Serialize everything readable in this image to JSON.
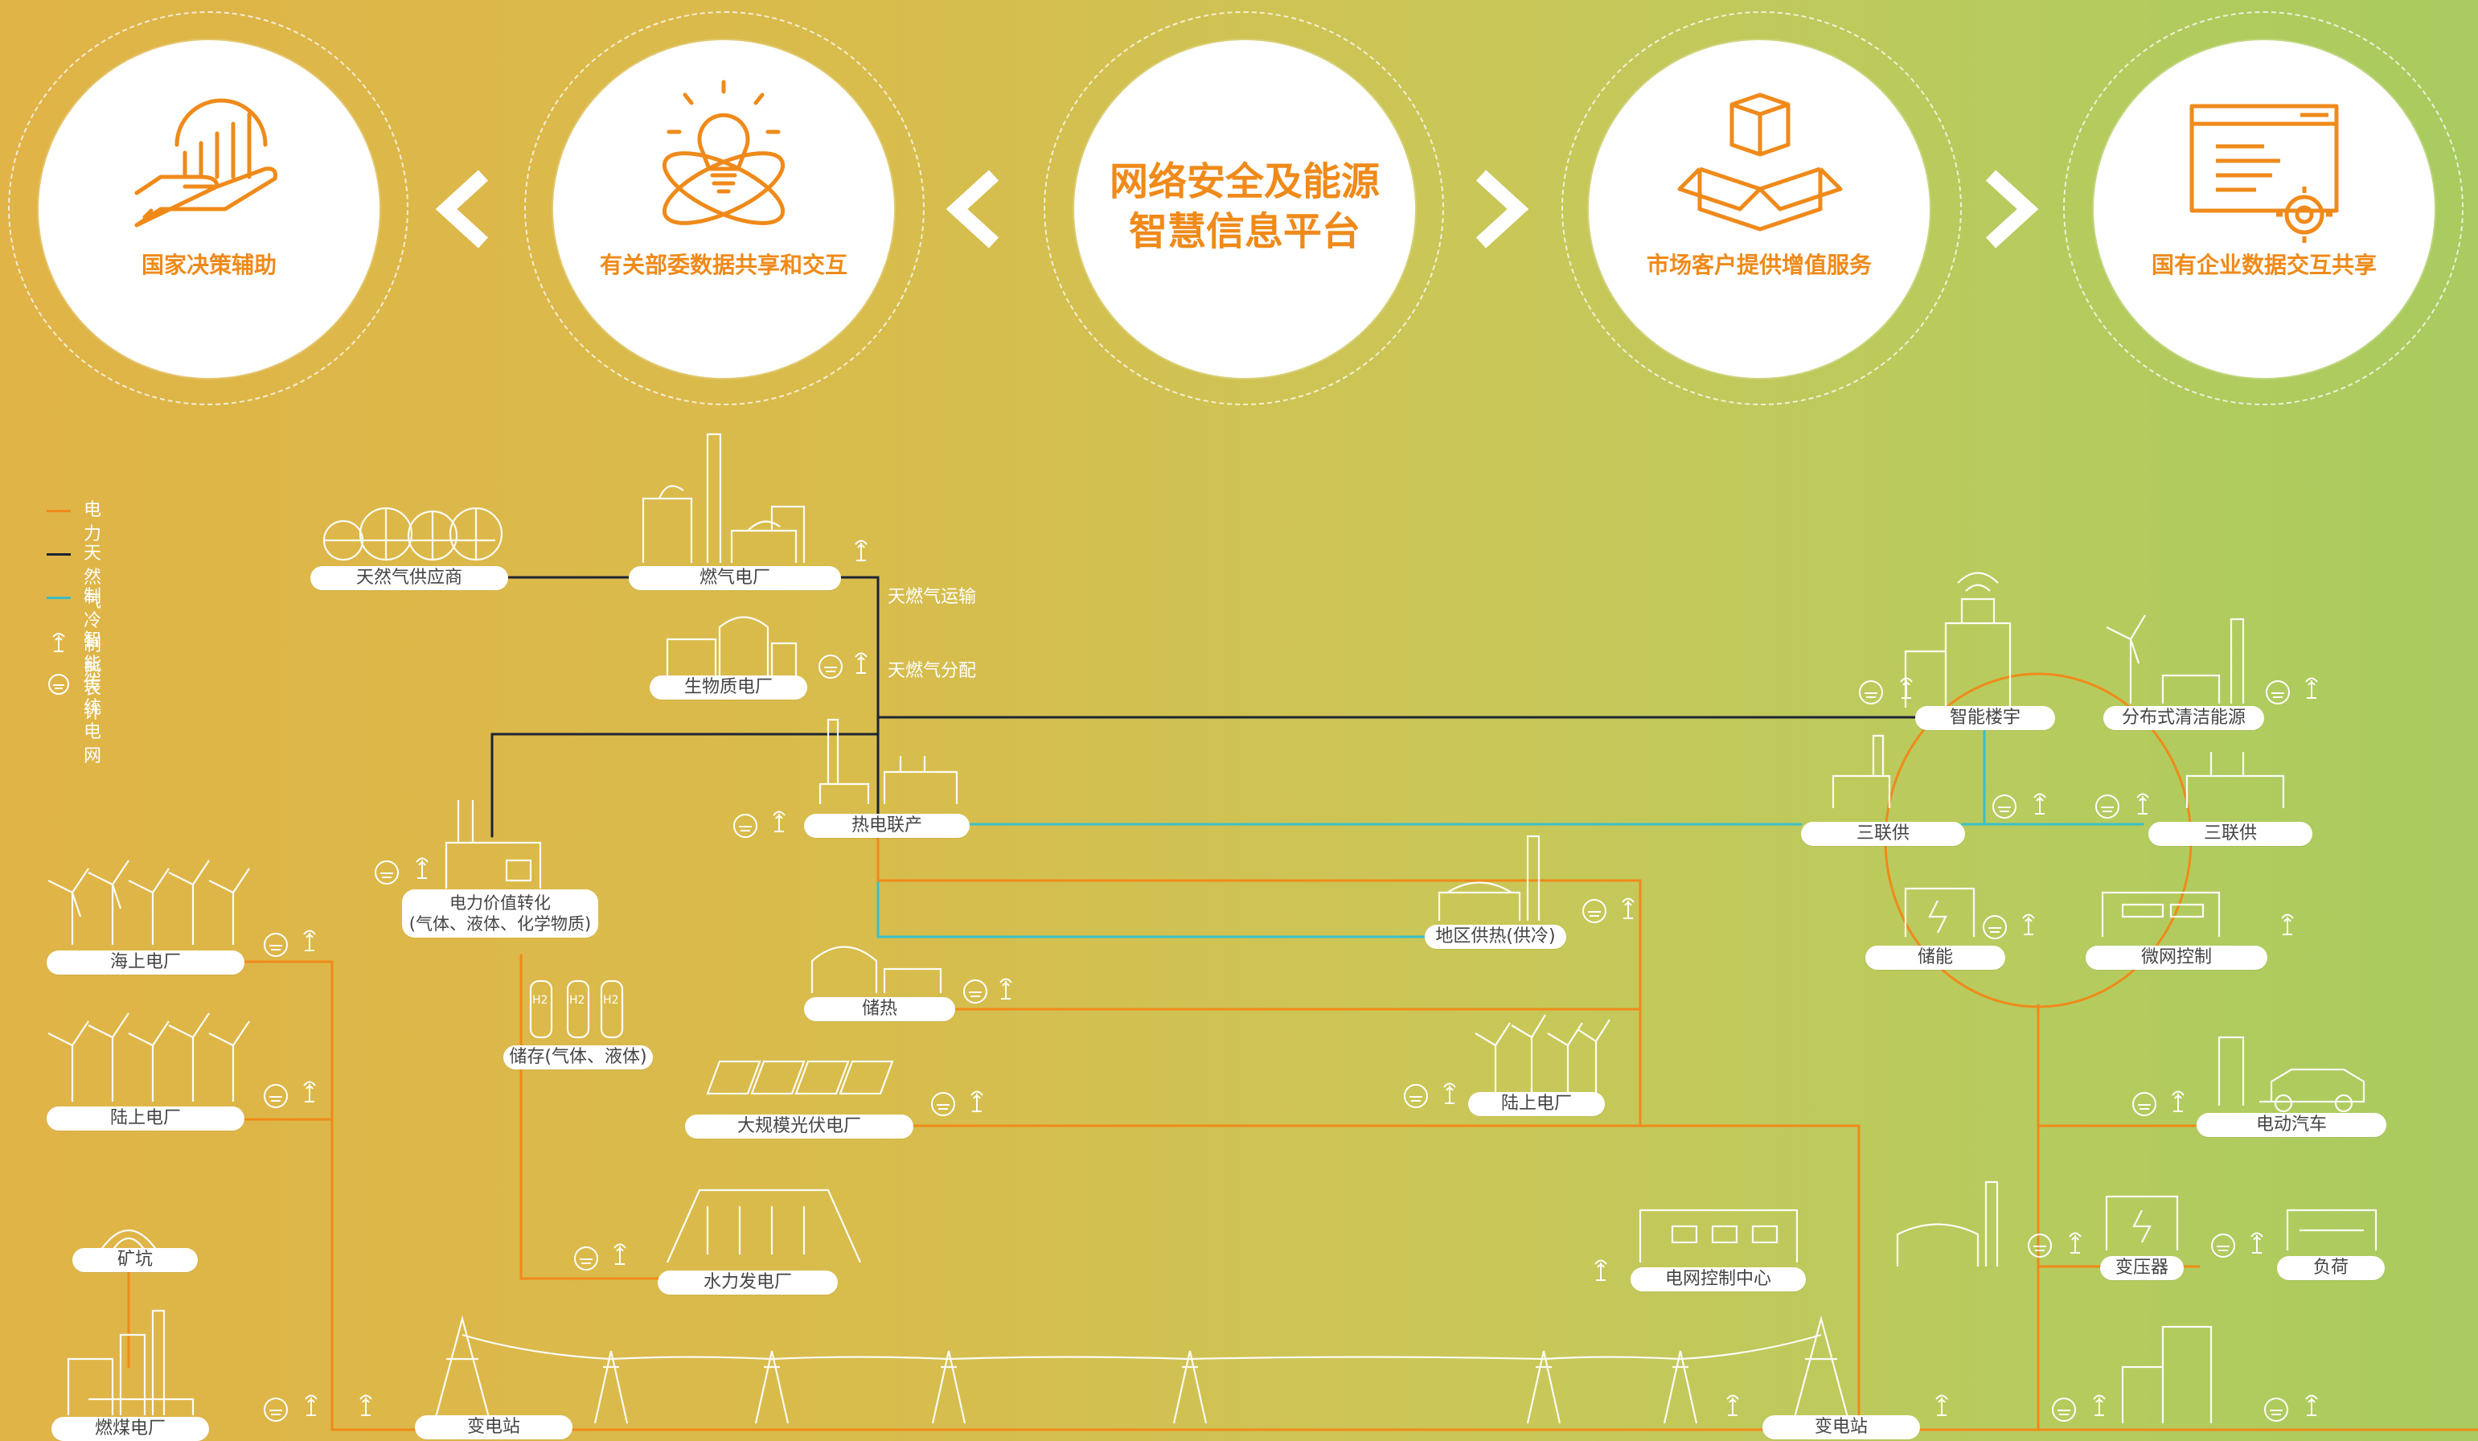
{
  "colors": {
    "power": "#ef8a1a",
    "gas": "#1d2433",
    "heat": "#3bbfc8",
    "accent": "#ef8a1a"
  },
  "top": {
    "left2": {
      "caption": "国家决策辅助",
      "icon": "hand-chart-icon"
    },
    "left1": {
      "caption": "有关部委数据共享和交互",
      "icon": "lightbulb-atom-icon"
    },
    "center": {
      "line1": "网络安全及能源",
      "line2": "智慧信息平台"
    },
    "right1": {
      "caption": "市场客户提供增值服务",
      "icon": "open-box-icon"
    },
    "right2": {
      "caption": "国有企业数据交互共享",
      "icon": "browser-gear-icon"
    }
  },
  "legend": [
    {
      "label": "电力",
      "color": "#ef8a1a",
      "kind": "line"
    },
    {
      "label": "天然气",
      "color": "#1d2433",
      "kind": "line"
    },
    {
      "label": "制冷制热",
      "color": "#3bbfc8",
      "kind": "line"
    },
    {
      "label": "智能表计",
      "kind": "smart-meter-icon"
    },
    {
      "label": "传统电网",
      "kind": "traditional-grid-icon"
    }
  ],
  "nodes": {
    "gas_supplier": "天然气供应商",
    "gas_plant": "燃气电厂",
    "biomass_plant": "生物质电厂",
    "chp": "热电联产",
    "p2x_line1": "电力价值转化",
    "p2x_line2": "(气体、液体、化学物质)",
    "storage_gas": "储存(气体、液体)",
    "offshore_wind": "海上电厂",
    "onshore_wind_left": "陆上电厂",
    "mine": "矿坑",
    "coal_plant": "燃煤电厂",
    "substation_left": "变电站",
    "hydro": "水力发电厂",
    "solar": "大规模光伏电厂",
    "heat_storage": "储热",
    "district_heat": "地区供热(供冷)",
    "onshore_wind_mid": "陆上电厂",
    "grid_control": "电网控制中心",
    "substation_right": "变电站",
    "smart_building": "智能楼宇",
    "distributed_clean": "分布式清洁能源",
    "trigeneration_a": "三联供",
    "trigeneration_b": "三联供",
    "energy_storage": "储能",
    "microgrid": "微网控制",
    "ev": "电动汽车",
    "transformer": "变压器",
    "load": "负荷"
  },
  "flows": {
    "gas_transport": "天燃气运输",
    "gas_distribution": "天燃气分配"
  },
  "h2_tanks": [
    "H2",
    "H2",
    "H2"
  ]
}
